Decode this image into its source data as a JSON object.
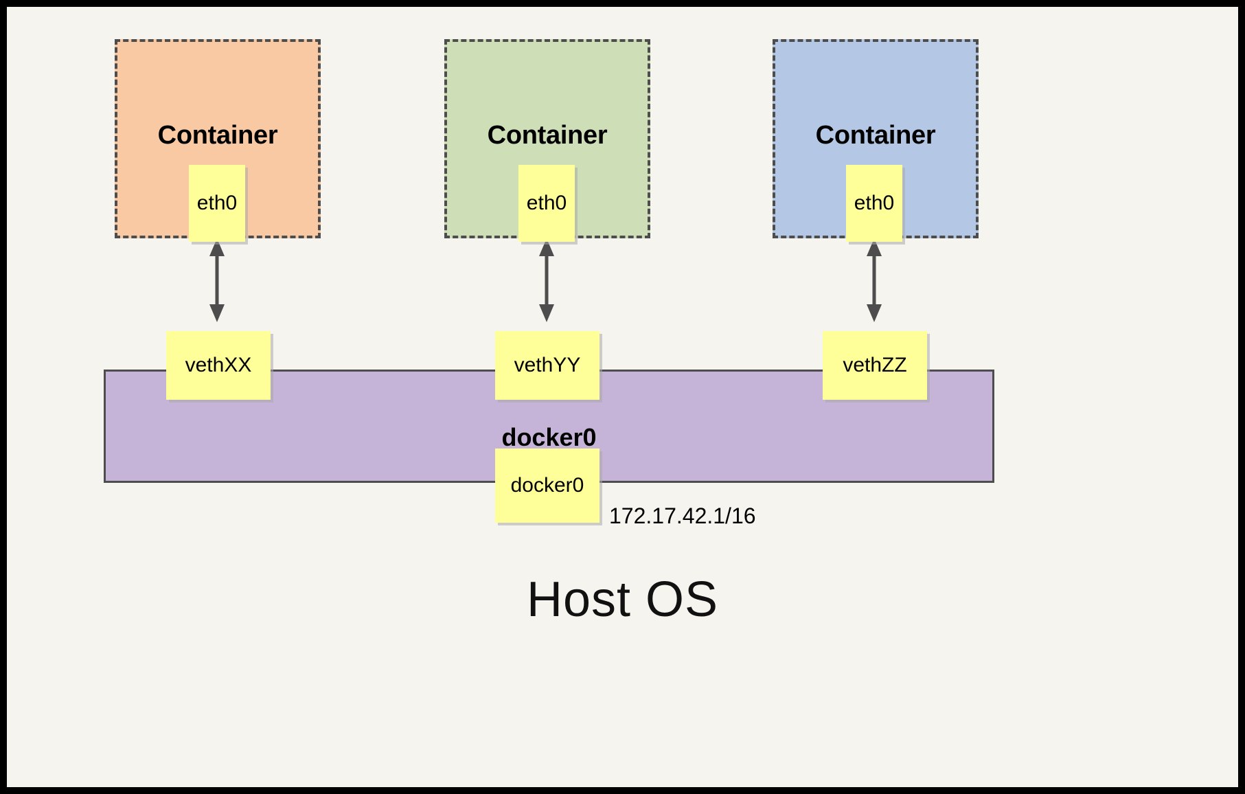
{
  "diagram": {
    "title_bottom": "Host OS",
    "containers": [
      {
        "label": "Container",
        "interface": "eth0",
        "color": "#f8c9a2"
      },
      {
        "label": "Container",
        "interface": "eth0",
        "color": "#cedeb6"
      },
      {
        "label": "Container",
        "interface": "eth0",
        "color": "#b4c7e4"
      }
    ],
    "veths": [
      {
        "label": "vethXX"
      },
      {
        "label": "vethYY"
      },
      {
        "label": "vethZZ"
      }
    ],
    "bridge": {
      "title": "docker0",
      "interface_label": "docker0",
      "ip_address": "172.17.42.1/16",
      "color": "#c5b3d8"
    },
    "colors": {
      "frame": "#000000",
      "canvas": "#f5f4ef",
      "node": "#ffff99",
      "arrow": "#4d4d4d",
      "border": "#4d4d4d"
    }
  }
}
